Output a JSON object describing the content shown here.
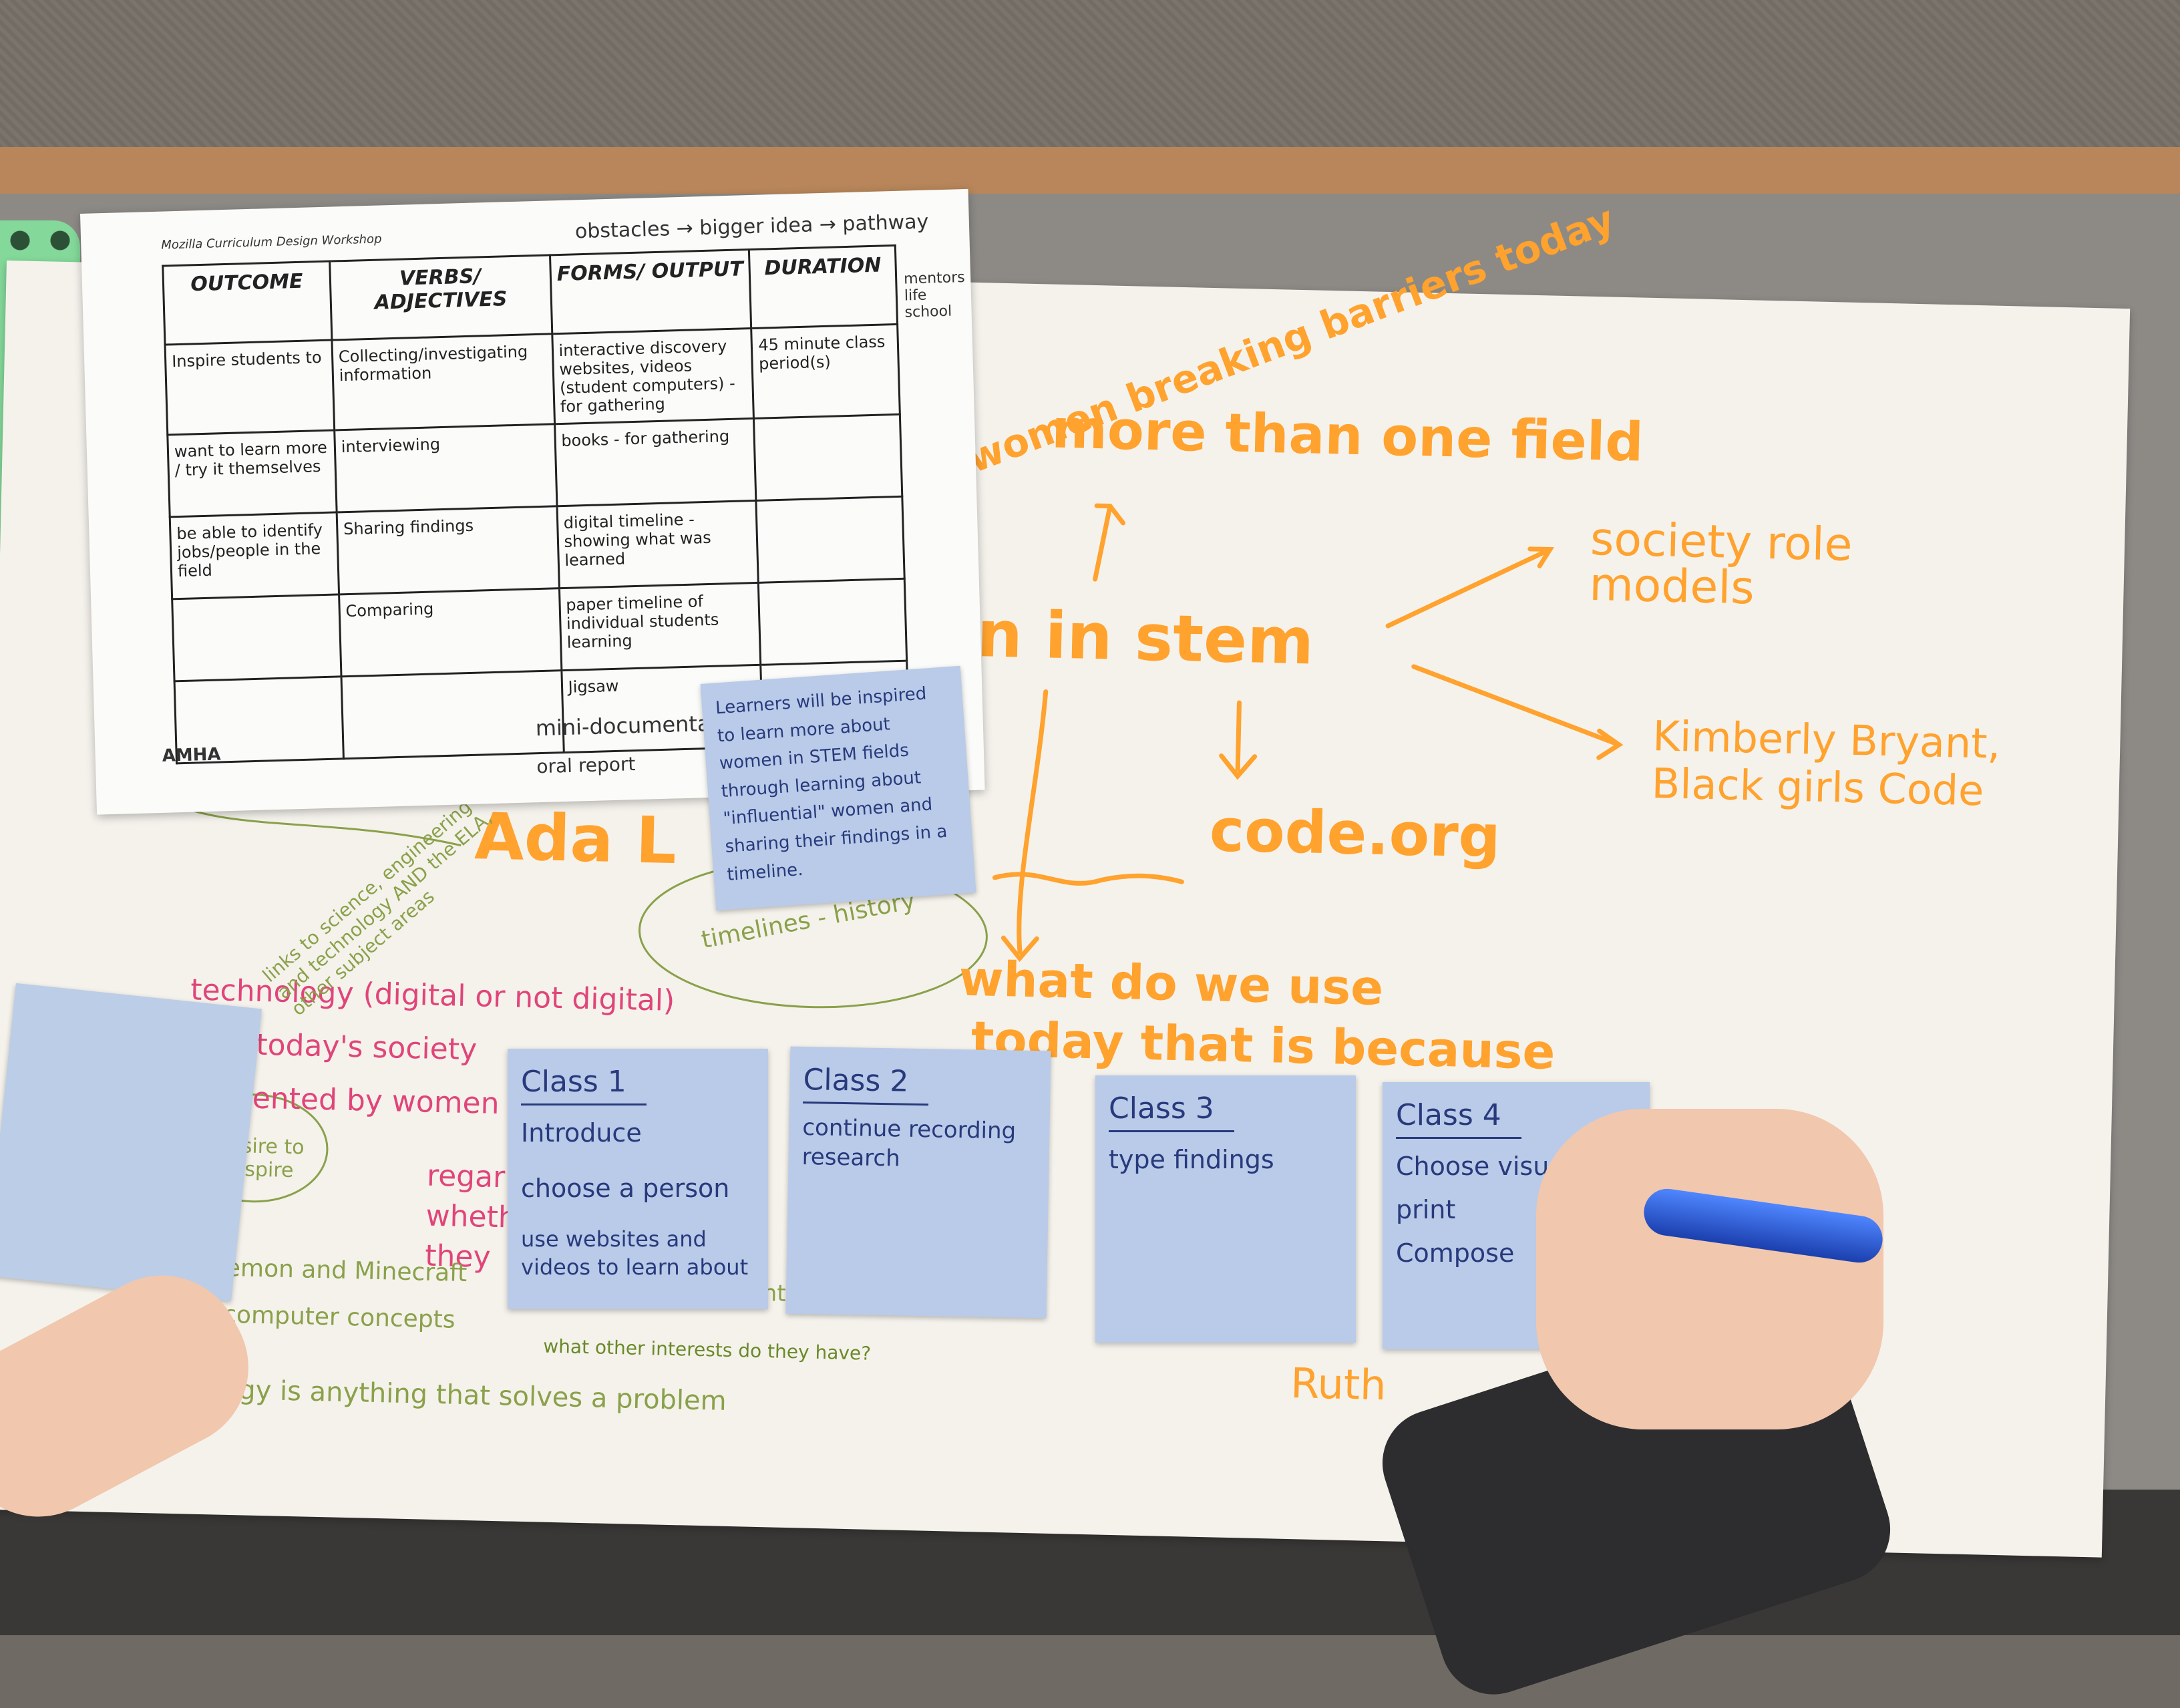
{
  "handout": {
    "header": "Mozilla Curriculum Design Workshop",
    "obstacles_note": "obstacles → bigger idea → pathway",
    "side_note": "mentors life school",
    "columns": [
      "OUTCOME",
      "VERBS/ ADJECTIVES",
      "FORMS/ OUTPUT",
      "DURATION"
    ],
    "rows": [
      [
        "Inspire students to",
        "Collecting/investigating information",
        "interactive discovery websites, videos (student computers) - for gathering",
        "45 minute class period(s)"
      ],
      [
        "want to learn more / try it themselves",
        "interviewing",
        "books - for gathering",
        ""
      ],
      [
        "be able to identify jobs/people in the field",
        "Sharing findings",
        "digital timeline - showing what was learned",
        ""
      ],
      [
        "",
        "Comparing",
        "paper timeline of individual students learning",
        ""
      ],
      [
        "",
        "",
        "Jigsaw",
        ""
      ]
    ],
    "footer_notes": [
      "mini-documentary",
      "oral report"
    ],
    "signature": "AMHA"
  },
  "learners_note": "Learners will be inspired to learn more about women in STEM fields through learning about \"influential\" women and sharing their findings in a timeline.",
  "poster": {
    "women_breaking": "women breaking barriers today",
    "more_than": "more than one field",
    "center": "en in stem",
    "society": "society role models",
    "kimberly": "Kimberly Bryant, Black girls Code",
    "code_org": "code.org",
    "ada": "Ada L",
    "what_do": "what do we use",
    "today_that": "today that is because",
    "ruth": "Ruth",
    "technology": "technology (digital or not digital)",
    "todays_society": "today's society",
    "invented": "invented by women",
    "regard": "regar",
    "whether": "wheth",
    "they": "they",
    "desire": "desire to inspire",
    "pokemon": "Pokemon and Minecraft",
    "computer": "computer concepts",
    "other_interests": "what other interests do they have?",
    "anything": "logy is anything that solves a problem",
    "timelines": "timelines - history",
    "links": "links to science, engineering and technology AND the ELA, other subject areas",
    "short_attention": "short attention spans"
  },
  "class_notes": [
    {
      "title": "Class 1",
      "lines": [
        "Introduce",
        "choose a person",
        "use websites and videos to learn about"
      ]
    },
    {
      "title": "Class 2",
      "lines": [
        "continue recording research"
      ]
    },
    {
      "title": "Class 3",
      "lines": [
        "type findings"
      ]
    },
    {
      "title": "Class 4",
      "lines": [
        "Choose visual",
        "print",
        "Compose"
      ]
    }
  ]
}
